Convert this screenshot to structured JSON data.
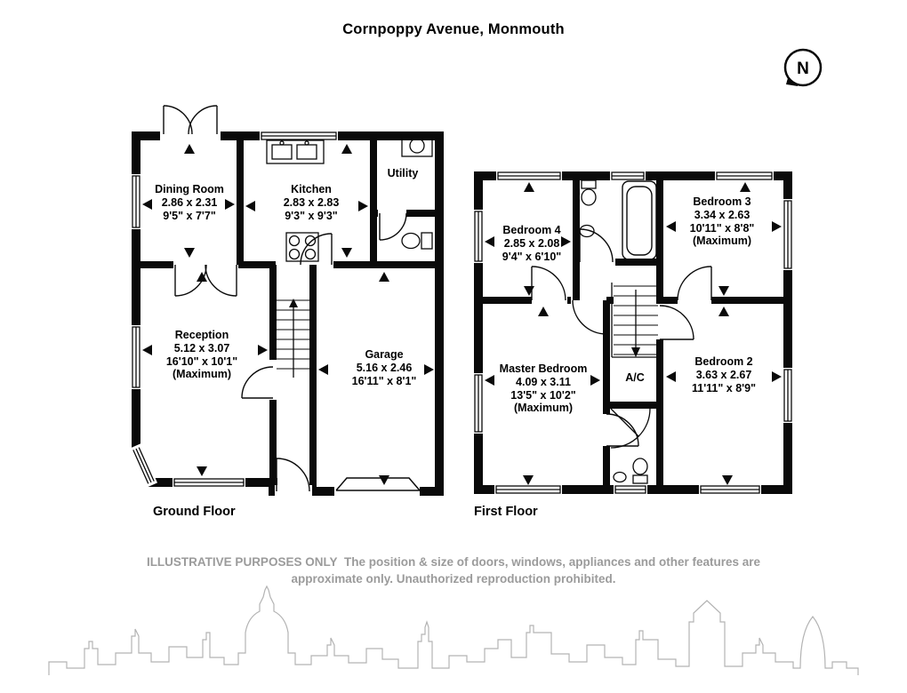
{
  "title": "Cornpoppy Avenue, Monmouth",
  "compass": {
    "letter": "N"
  },
  "colors": {
    "wall": "#0a0a0a",
    "disclaimer_text": "#9b9b9b",
    "skyline": "#b3b3b3"
  },
  "ground_floor": {
    "label": "Ground Floor",
    "rooms": {
      "dining": {
        "name": "Dining Room",
        "metric": "2.86 x 2.31",
        "imperial": "9'5\" x 7'7\""
      },
      "kitchen": {
        "name": "Kitchen",
        "metric": "2.83 x 2.83",
        "imperial": "9'3\" x 9'3\""
      },
      "utility": {
        "name": "Utility"
      },
      "reception": {
        "name": "Reception",
        "metric": "5.12 x 3.07",
        "imperial": "16'10\" x 10'1\"",
        "note": "(Maximum)"
      },
      "garage": {
        "name": "Garage",
        "metric": "5.16 x 2.46",
        "imperial": "16'11\" x 8'1\""
      }
    }
  },
  "first_floor": {
    "label": "First Floor",
    "rooms": {
      "bedroom4": {
        "name": "Bedroom 4",
        "metric": "2.85 x 2.08",
        "imperial": "9'4\" x 6'10\""
      },
      "bedroom3": {
        "name": "Bedroom 3",
        "metric": "3.34 x 2.63",
        "imperial": "10'11\" x 8'8\"",
        "note": "(Maximum)"
      },
      "master": {
        "name": "Master Bedroom",
        "metric": "4.09 x 3.11",
        "imperial": "13'5\" x 10'2\"",
        "note": "(Maximum)"
      },
      "ac": {
        "name": "A/C"
      },
      "bedroom2": {
        "name": "Bedroom 2",
        "metric": "3.63 x 2.67",
        "imperial": "11'11\" x 8'9\""
      }
    }
  },
  "disclaimer": {
    "line1": "ILLUSTRATIVE PURPOSES ONLY  The position & size of doors, windows, appliances and other features are",
    "line2": "approximate only. Unauthorized reproduction prohibited."
  }
}
